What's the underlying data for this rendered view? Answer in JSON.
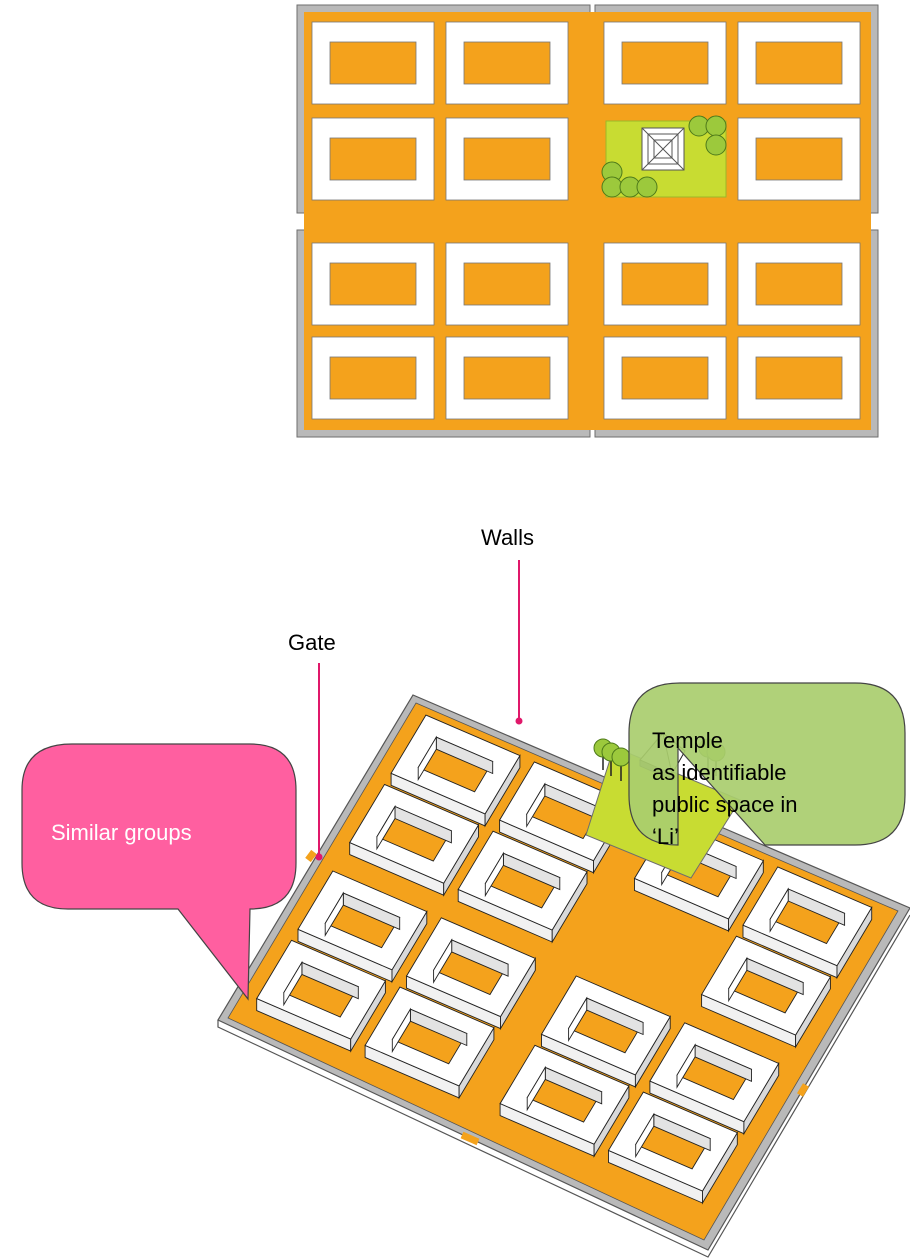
{
  "labels": {
    "walls": "Walls",
    "gate": "Gate"
  },
  "callouts": {
    "similar": [
      "Similar groups"
    ],
    "temple": [
      "Temple",
      "as identifiable",
      "public space in",
      "‘Li’"
    ]
  },
  "colors": {
    "ground": "#F4A21C",
    "courtyard_ring": "#FFFFFF",
    "wall": "#B9B9B9",
    "wall_stroke": "#6E6E6E",
    "temple_plaza": "#C8DC32",
    "tree": "#9CC93C",
    "leader": "#E0186A",
    "pink_callout": "#FF5FA0",
    "green_callout": "#A9CD6E"
  },
  "icons": {
    "temple": "pyramid-temple-icon",
    "tree": "tree-icon"
  }
}
